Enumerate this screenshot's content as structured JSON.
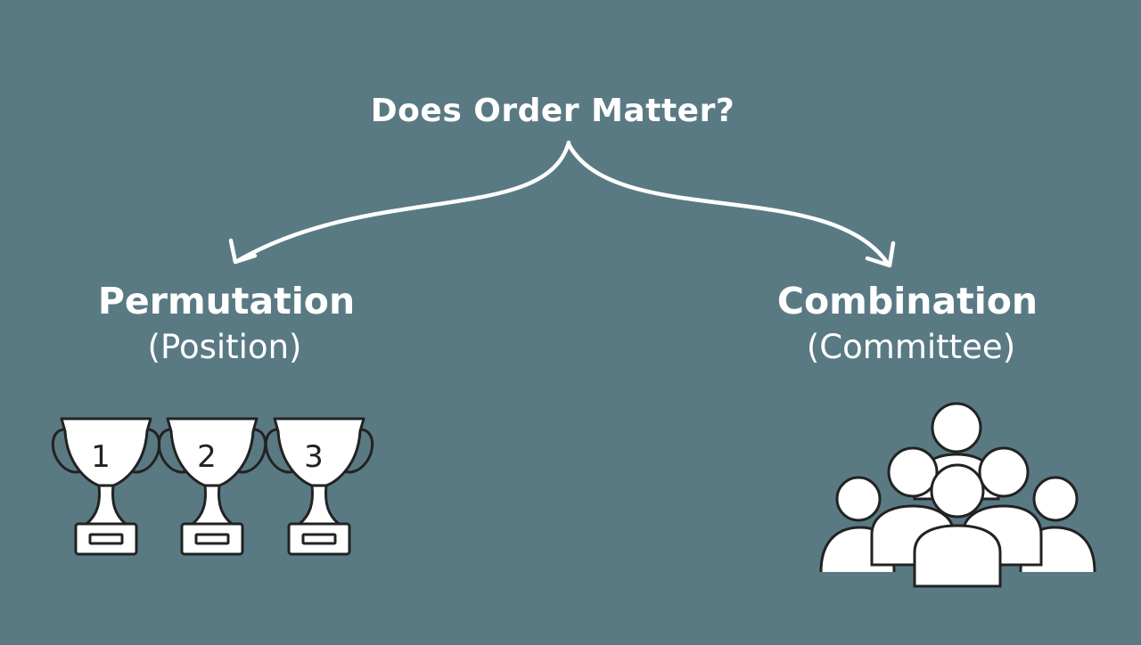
{
  "colors": {
    "background": "#5a7a83",
    "ink": "#ffffff",
    "outline": "#222222"
  },
  "question": "Does Order Matter?",
  "left": {
    "title": "Permutation",
    "subtitle": "(Position)",
    "icon": "trophy-icon",
    "trophy_labels": [
      "1",
      "2",
      "3"
    ]
  },
  "right": {
    "title": "Combination",
    "subtitle": "(Committee)",
    "icon": "group-of-people-icon"
  }
}
